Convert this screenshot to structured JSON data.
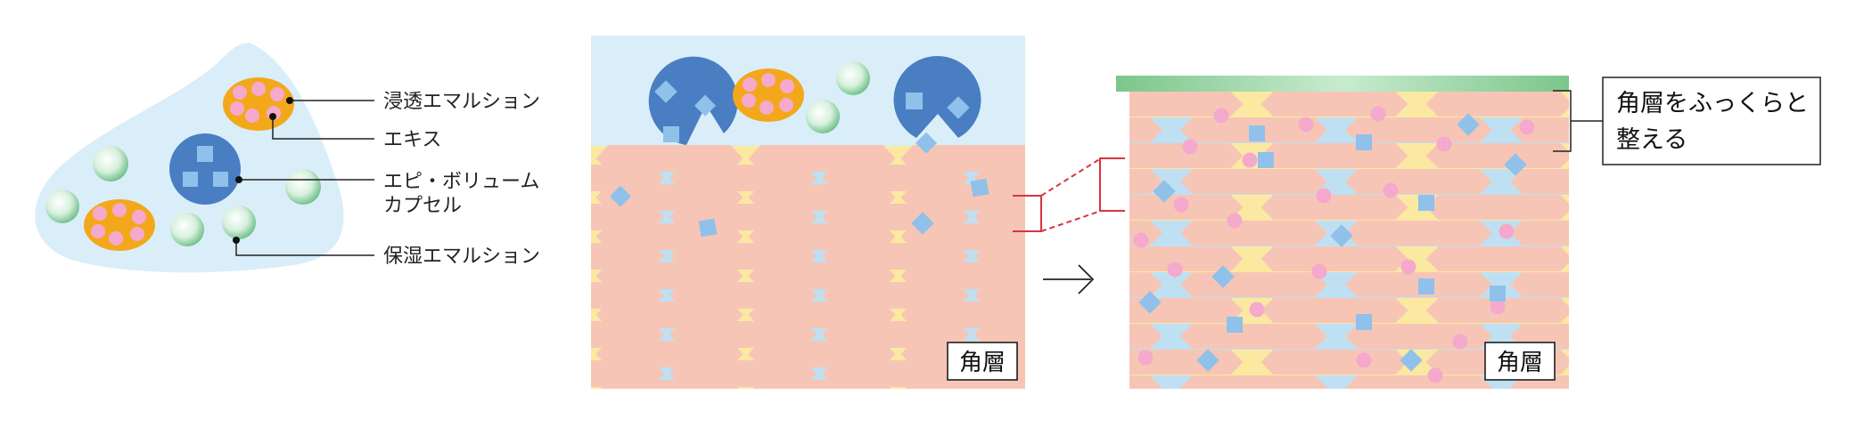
{
  "legend": {
    "items": [
      {
        "id": "penetration-emulsion",
        "label": "浸透エマルション"
      },
      {
        "id": "extract",
        "label": "エキス"
      },
      {
        "id": "volume-capsule",
        "label_line1": "エピ・ボリューム",
        "label_line2": "カプセル"
      },
      {
        "id": "moisture-emulsion",
        "label": "保湿エマルション"
      }
    ]
  },
  "panels": {
    "before": {
      "tag": "角層"
    },
    "after": {
      "tag": "角層"
    }
  },
  "callout": {
    "line1": "角層をふっくらと",
    "line2": "整える"
  },
  "colors": {
    "blob": "#d9eef9",
    "orange": "#f3a81c",
    "pink": "#f5a9cd",
    "capsule": "#4a7ec3",
    "square": "#8fc1ea",
    "green_sphere": "#6cbf87",
    "cell": "#f7c5b5",
    "yellow_layer": "#fbe9a2",
    "blue_layer": "#bfe0f2",
    "top_green": "#7cc68b",
    "red_line": "#d9343f"
  }
}
